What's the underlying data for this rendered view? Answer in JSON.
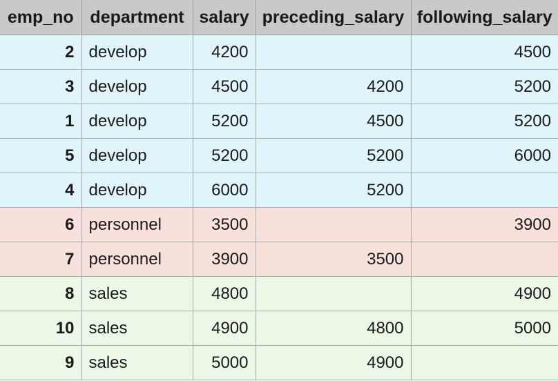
{
  "table": {
    "headers": [
      "emp_no",
      "department",
      "salary",
      "preceding_salary",
      "following_salary"
    ],
    "rows": [
      {
        "emp_no": "2",
        "department": "develop",
        "salary": "4200",
        "preceding_salary": "",
        "following_salary": "4500",
        "group": "develop"
      },
      {
        "emp_no": "3",
        "department": "develop",
        "salary": "4500",
        "preceding_salary": "4200",
        "following_salary": "5200",
        "group": "develop"
      },
      {
        "emp_no": "1",
        "department": "develop",
        "salary": "5200",
        "preceding_salary": "4500",
        "following_salary": "5200",
        "group": "develop"
      },
      {
        "emp_no": "5",
        "department": "develop",
        "salary": "5200",
        "preceding_salary": "5200",
        "following_salary": "6000",
        "group": "develop"
      },
      {
        "emp_no": "4",
        "department": "develop",
        "salary": "6000",
        "preceding_salary": "5200",
        "following_salary": "",
        "group": "develop"
      },
      {
        "emp_no": "6",
        "department": "personnel",
        "salary": "3500",
        "preceding_salary": "",
        "following_salary": "3900",
        "group": "personnel"
      },
      {
        "emp_no": "7",
        "department": "personnel",
        "salary": "3900",
        "preceding_salary": "3500",
        "following_salary": "",
        "group": "personnel"
      },
      {
        "emp_no": "8",
        "department": "sales",
        "salary": "4800",
        "preceding_salary": "",
        "following_salary": "4900",
        "group": "sales"
      },
      {
        "emp_no": "10",
        "department": "sales",
        "salary": "4900",
        "preceding_salary": "4800",
        "following_salary": "5000",
        "group": "sales"
      },
      {
        "emp_no": "9",
        "department": "sales",
        "salary": "5000",
        "preceding_salary": "4900",
        "following_salary": "",
        "group": "sales"
      }
    ]
  },
  "colors": {
    "header_bg": "#c9c9c9",
    "develop_row_bg": "#e0f5f9",
    "personnel_row_bg": "#f8e0dd",
    "sales_row_bg": "#ebf8e8",
    "grid_line": "#a9a9a9"
  }
}
